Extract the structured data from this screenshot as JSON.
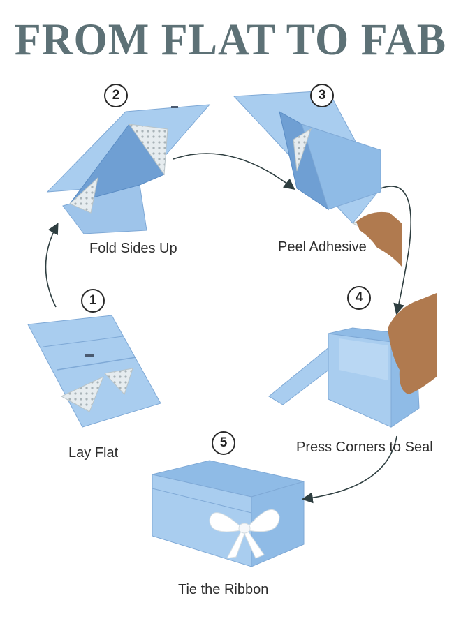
{
  "title": "FROM FLAT TO FAB",
  "steps": [
    {
      "number": "1",
      "caption": "Lay Flat"
    },
    {
      "number": "2",
      "caption": "Fold Sides Up"
    },
    {
      "number": "3",
      "caption": "Peel Adhesive"
    },
    {
      "number": "4",
      "caption": "Press Corners to Seal"
    },
    {
      "number": "5",
      "caption": "Tie the Ribbon"
    }
  ],
  "colors": {
    "title": "#5d7176",
    "box_light": "#a9cdef",
    "box_mid": "#8fbbe6",
    "box_dark": "#6f9fd3",
    "adhesive": "#e6ecef",
    "ribbon": "#ffffff",
    "arrow": "#2e3e40",
    "skin": "#b07a4f"
  }
}
